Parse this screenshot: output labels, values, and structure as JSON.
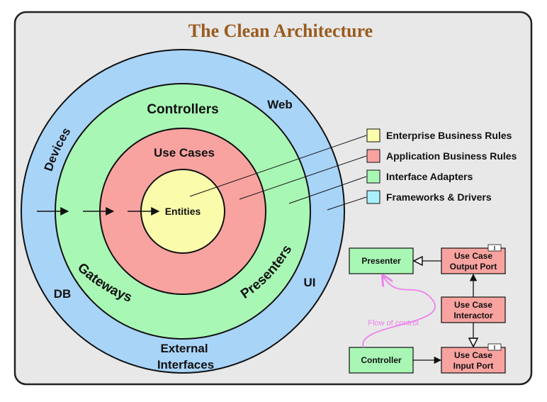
{
  "title": "The Clean Architecture",
  "colors": {
    "frame_bg": "#e8e8e8",
    "frame_border": "#222222",
    "title": "#9a5b1f",
    "frameworks": "#a8d4f8",
    "adapters": "#a9f7b5",
    "application": "#f8a3a0",
    "entities": "#fbfbac",
    "legend_frameworks": "#a8f0fb",
    "box": "#f8a3a0",
    "box_green": "#a9f7b5",
    "flow": "#ec82ec"
  },
  "rings": {
    "devices": "Devices",
    "web": "Web",
    "db": "DB",
    "ui": "UI",
    "external_line1": "External",
    "external_line2": "Interfaces",
    "controllers": "Controllers",
    "gateways": "Gateways",
    "presenters": "Presenters",
    "use_cases": "Use Cases",
    "entities": "Entities"
  },
  "legend": [
    {
      "label": "Enterprise Business Rules",
      "color": "#fbfbac"
    },
    {
      "label": "Application Business Rules",
      "color": "#f8a3a0"
    },
    {
      "label": "Interface Adapters",
      "color": "#a9f7b5"
    },
    {
      "label": "Frameworks & Drivers",
      "color": "#a8f0fb"
    }
  ],
  "flow_diagram": {
    "presenter": "Presenter",
    "output_port_line1": "Use Case",
    "output_port_line2": "Output Port",
    "interactor_line1": "Use Case",
    "interactor_line2": "Interactor",
    "controller": "Controller",
    "input_port_line1": "Use Case",
    "input_port_line2": "Input Port",
    "interface_marker": "I",
    "flow_label": "Flow of control"
  }
}
